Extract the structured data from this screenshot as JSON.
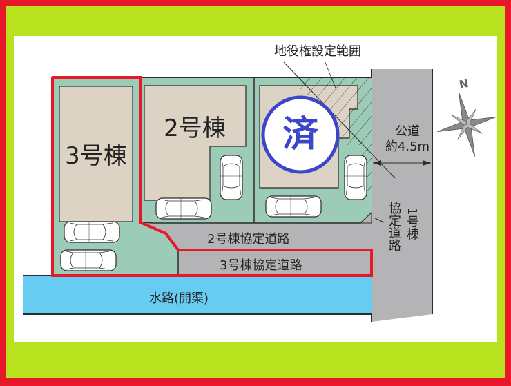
{
  "colors": {
    "outer_border": "#e8182a",
    "green_mat": "#b8e21e",
    "paper": "#ffffff",
    "lot_green": "#9ccbb7",
    "building_beige": "#dcd3c5",
    "road_gray": "#b4b4b6",
    "water_blue": "#66ccf2",
    "line": "#2b2b2b",
    "highlight_red": "#e8182a",
    "sold_blue": "#3c46c8"
  },
  "lots": {
    "lot3": {
      "label": "3号棟"
    },
    "lot2": {
      "label": "2号棟"
    },
    "lot1": {
      "label": "1号棟",
      "sold_stamp": "済"
    }
  },
  "easement": {
    "label": "地役権設定範囲"
  },
  "public_road": {
    "label_line1": "公道",
    "label_line2": "約4.5m"
  },
  "agreement_roads": {
    "road2": {
      "label": "2号棟協定道路"
    },
    "road3": {
      "label": "3号棟協定道路"
    },
    "road1": {
      "label_vertical": "協定道路",
      "label_lot": "1号棟"
    }
  },
  "waterway": {
    "label": "水路(開渠)"
  },
  "compass": {
    "label": "N"
  }
}
